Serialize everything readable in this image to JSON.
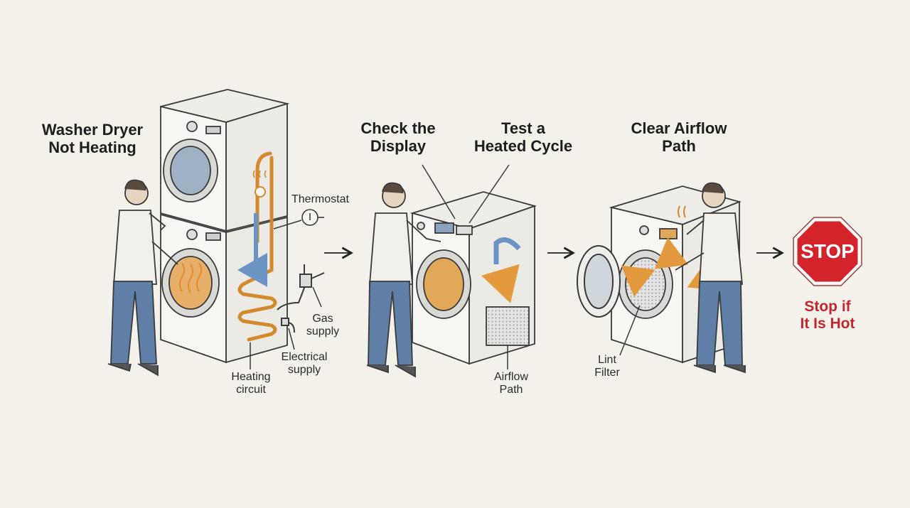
{
  "main_title": [
    "Washer Dryer",
    "Not Heating"
  ],
  "steps": [
    {
      "title": [
        "Check the",
        "Display"
      ]
    },
    {
      "title": [
        "Test a",
        "Heated Cycle"
      ]
    },
    {
      "title": [
        "Clear Airflow",
        "Path"
      ]
    }
  ],
  "labels": {
    "thermostat": "Thermostat",
    "gas_supply": [
      "Gas",
      "supply"
    ],
    "electrical_supply": [
      "Electrical",
      "supply"
    ],
    "heating_circuit": [
      "Heating",
      "circuit"
    ],
    "airflow_path": [
      "Airflow",
      "Path"
    ],
    "lint_filter": [
      "Lint",
      "Filter"
    ]
  },
  "stop_sign": {
    "text": "STOP",
    "caption": [
      "Stop if",
      "It Is Hot"
    ]
  },
  "colors": {
    "background": "#f3f1ea",
    "stop_red": "#d3242c",
    "heat_orange": "#e8a04a",
    "airflow_blue": "#6b93c4",
    "jeans": "#5f7fa6"
  }
}
